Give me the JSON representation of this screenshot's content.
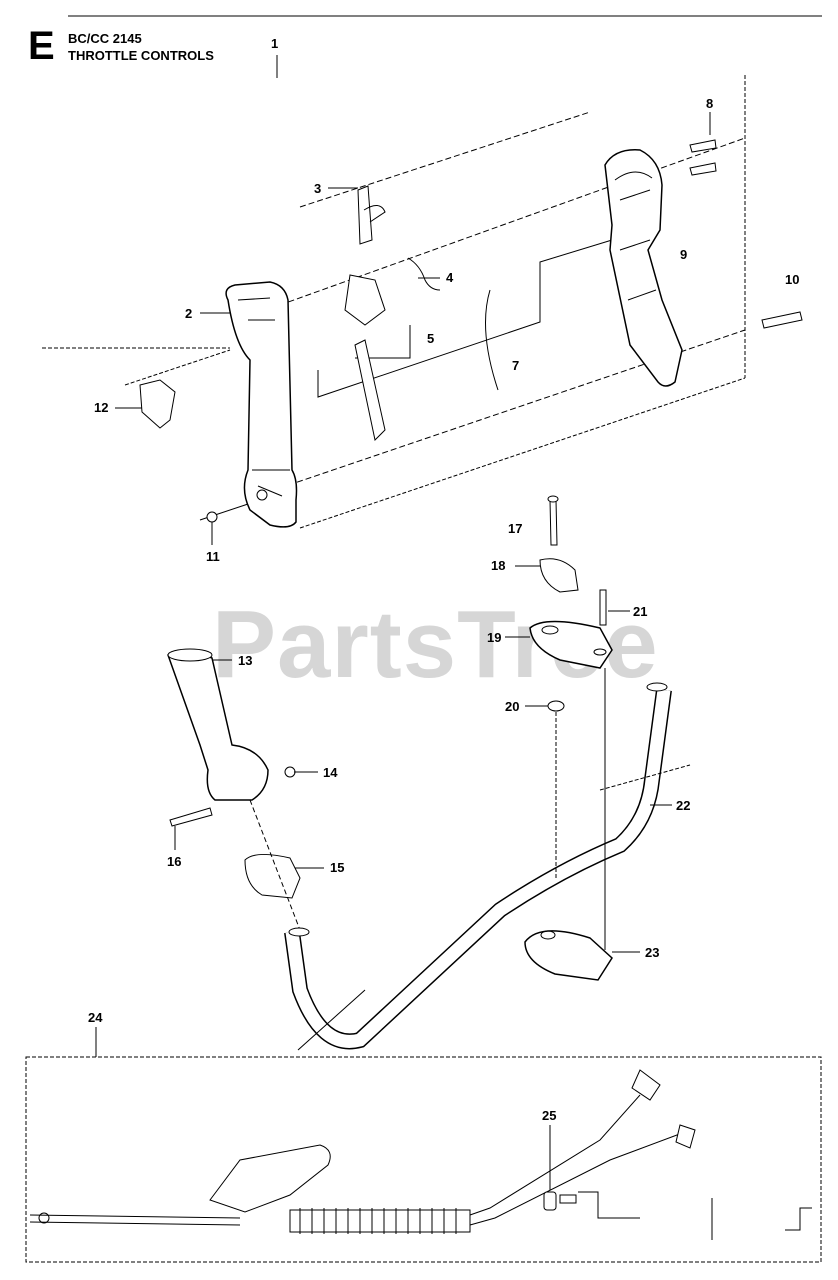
{
  "header": {
    "section_letter": "E",
    "model": "BC/CC 2145",
    "title": "THROTTLE CONTROLS"
  },
  "watermark": "PartsTree",
  "callouts": [
    "1",
    "2",
    "3",
    "4",
    "5",
    "7",
    "8",
    "9",
    "10",
    "11",
    "12",
    "13",
    "14",
    "15",
    "16",
    "17",
    "18",
    "19",
    "20",
    "21",
    "22",
    "23",
    "24",
    "25"
  ]
}
